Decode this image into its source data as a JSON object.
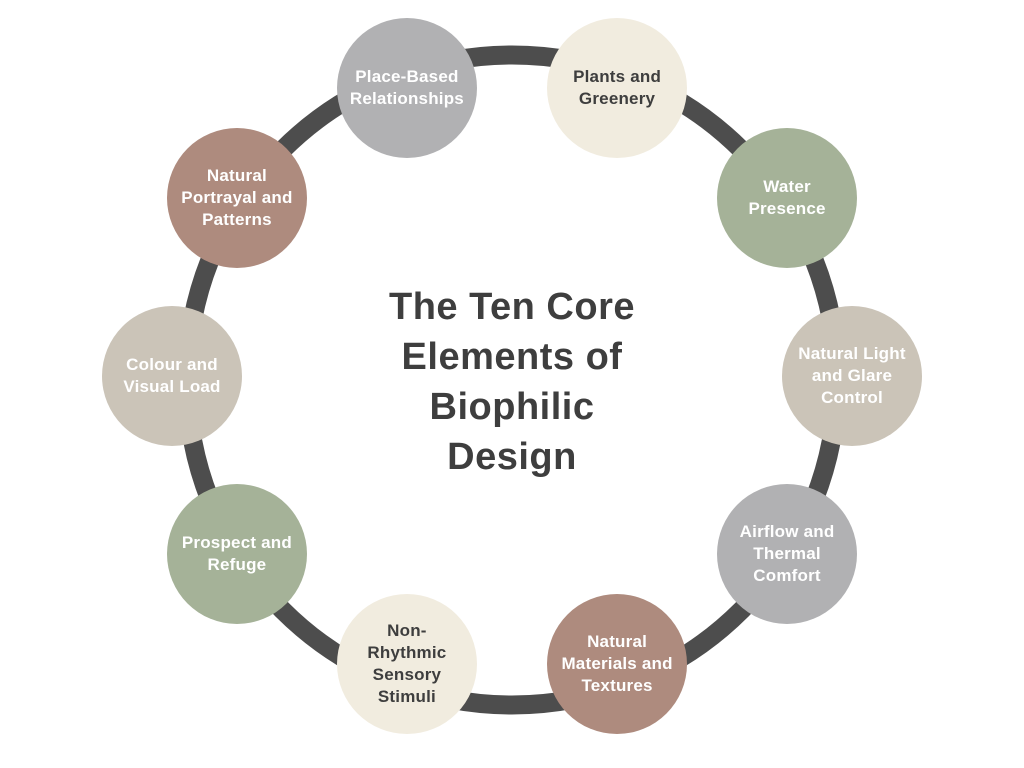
{
  "title": "The Ten Core Elements of Biophilic Design",
  "title_lines": [
    "The Ten Core",
    "Elements of",
    "Biophilic",
    "Design"
  ],
  "colors": {
    "background": "#ffffff",
    "ring": "#4d4d4d",
    "title_text": "#3e3e3e",
    "gray_circle": "#b1b1b3",
    "cream_circle": "#f1ecdf",
    "sage_circle": "#a5b298",
    "taupe_circle": "#cbc4b8",
    "mauve_circle": "#ae8b7e"
  },
  "items": [
    {
      "label": "Plants and Greenery",
      "lines": [
        "Plants and",
        "Greenery"
      ],
      "color": "#f1ecdf",
      "text_color": "#3e3e3e"
    },
    {
      "label": "Water Presence",
      "lines": [
        "Water",
        "Presence"
      ],
      "color": "#a5b298",
      "text_color": "#ffffff"
    },
    {
      "label": "Natural Light and Glare Control",
      "lines": [
        "Natural Light",
        "and Glare",
        "Control"
      ],
      "color": "#cbc4b8",
      "text_color": "#ffffff"
    },
    {
      "label": "Airflow and Thermal Comfort",
      "lines": [
        "Airflow and",
        "Thermal",
        "Comfort"
      ],
      "color": "#b1b1b3",
      "text_color": "#ffffff"
    },
    {
      "label": "Natural Materials and Textures",
      "lines": [
        "Natural",
        "Materials and",
        "Textures"
      ],
      "color": "#ae8b7e",
      "text_color": "#ffffff"
    },
    {
      "label": "Non-Rhythmic Sensory Stimuli",
      "lines": [
        "Non-",
        "Rhythmic",
        "Sensory",
        "Stimuli"
      ],
      "color": "#f1ecdf",
      "text_color": "#3e3e3e"
    },
    {
      "label": "Prospect and Refuge",
      "lines": [
        "Prospect and",
        "Refuge"
      ],
      "color": "#a5b298",
      "text_color": "#ffffff"
    },
    {
      "label": "Colour and Visual Load",
      "lines": [
        "Colour and",
        "Visual Load"
      ],
      "color": "#cbc4b8",
      "text_color": "#ffffff"
    },
    {
      "label": "Natural Portrayal and Patterns",
      "lines": [
        "Natural",
        "Portrayal and",
        "Patterns"
      ],
      "color": "#ae8b7e",
      "text_color": "#ffffff"
    },
    {
      "label": "Place-Based Relationships",
      "lines": [
        "Place-Based",
        "Relationships"
      ],
      "color": "#b1b1b3",
      "text_color": "#ffffff"
    }
  ],
  "layout_note": ""
}
